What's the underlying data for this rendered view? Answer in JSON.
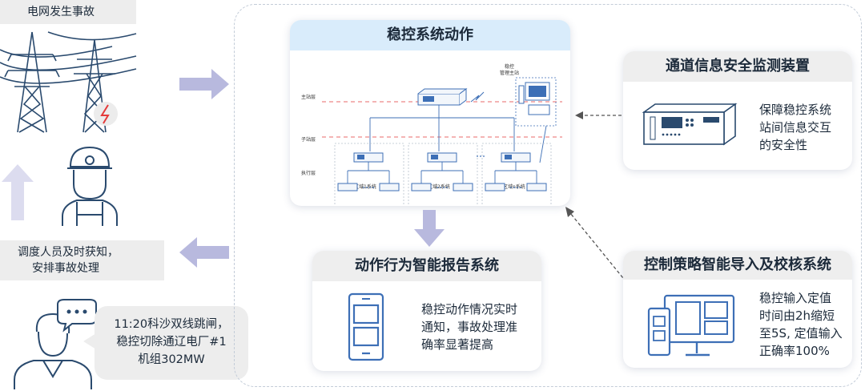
{
  "left": {
    "accident_label": "电网发生事故",
    "dispatch_label": [
      "调度人员及时获知，",
      "安排事故处理"
    ],
    "speech_lines": [
      "11:20科沙双线跳闸，",
      "稳控切除通辽电厂#1",
      "机组302MW"
    ]
  },
  "action_panel": {
    "title": "稳控系统动作",
    "layer_labels": [
      "主站层",
      "子站层",
      "执行层"
    ],
    "device_label": [
      "稳控",
      "管理主站"
    ],
    "region_labels": [
      "区域1系统",
      "区域2系统",
      "区域n系统"
    ]
  },
  "monitor_panel": {
    "title": "通道信息安全监测装置",
    "text": [
      "保障稳控系统",
      "站间信息交互",
      "的安全性"
    ]
  },
  "report_panel": {
    "title": "动作行为智能报告系统",
    "text": [
      "稳控动作情况实时",
      "通知，事故处理准",
      "确率显著提高"
    ]
  },
  "strategy_panel": {
    "title": "控制策略智能导入及校核系统",
    "text": [
      "稳控输入定值",
      "时间由2h缩短",
      "至5S, 定值输入",
      "正确率100%"
    ]
  },
  "colors": {
    "accent_red": "#e43a3a",
    "dark_blue": "#2a4a6e",
    "line_blue": "#3d6fb6",
    "arrow_purple": "#b8b9de",
    "arrow_purple_light": "#dcdcef"
  }
}
